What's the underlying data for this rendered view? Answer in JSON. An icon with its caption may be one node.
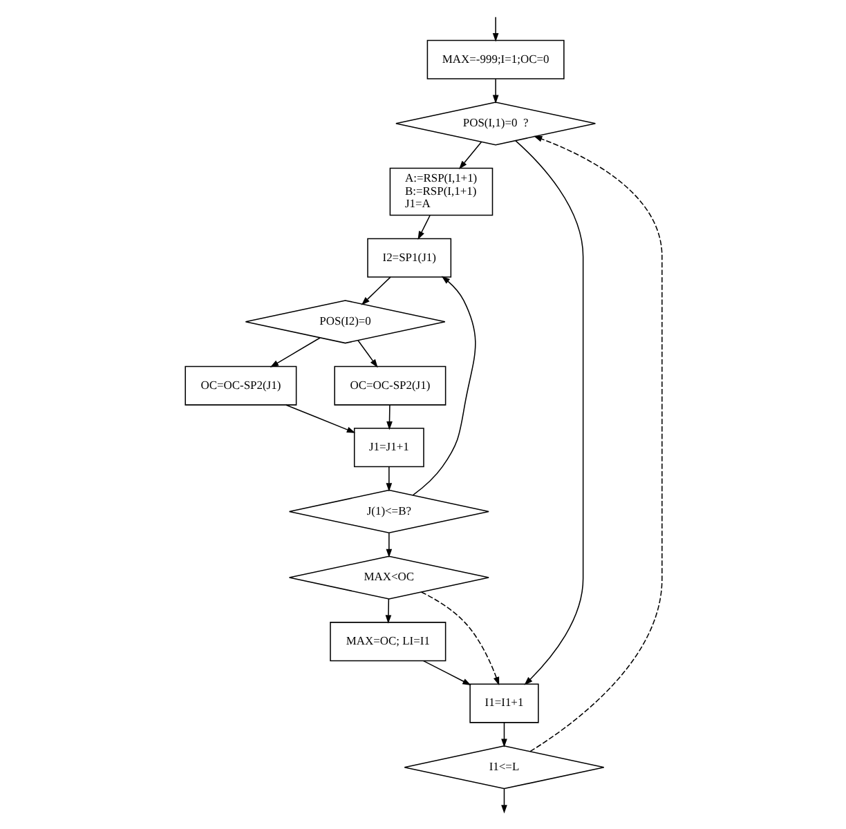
{
  "diagram": {
    "nodes": [
      {
        "text": [
          "MAX=-999;I=1;OC=0"
        ]
      },
      {
        "text": [
          "POS(I,1)=0  ?"
        ]
      },
      {
        "text": [
          "A:=RSP(I,1+1)",
          "B:=RSP(I,1+1)",
          "J1=A"
        ]
      },
      {
        "text": [
          "I2=SP1(J1)"
        ]
      },
      {
        "text": [
          "POS(I2)=0"
        ]
      },
      {
        "text": [
          "OC=OC-SP2(J1)"
        ]
      },
      {
        "text": [
          "OC=OC-SP2(J1)"
        ]
      },
      {
        "text": [
          "J1=J1+1"
        ]
      },
      {
        "text": [
          "J(1)<=B?"
        ]
      },
      {
        "text": [
          "MAX<OC"
        ]
      },
      {
        "text": [
          "MAX=OC; LI=I1"
        ]
      },
      {
        "text": [
          "I1=I1+1"
        ]
      },
      {
        "text": [
          "I1<=L"
        ]
      }
    ],
    "edges": [
      {
        "from": null,
        "to": 0,
        "arrow": "to"
      },
      {
        "from": 0,
        "to": 1,
        "arrow": "to"
      },
      {
        "from": 1,
        "to": 2,
        "arrow": "to"
      },
      {
        "from": 1,
        "to": 11,
        "arrow": "to"
      },
      {
        "from": 2,
        "to": 3,
        "arrow": "to"
      },
      {
        "from": 3,
        "to": 4,
        "arrow": "to"
      },
      {
        "from": 4,
        "to": 5,
        "arrow": "to"
      },
      {
        "from": 4,
        "to": 6,
        "arrow": "to"
      },
      {
        "from": 5,
        "to": 7,
        "arrow": "to"
      },
      {
        "from": 6,
        "to": 7,
        "arrow": "to"
      },
      {
        "from": 7,
        "to": 8,
        "arrow": "to"
      },
      {
        "from": 8,
        "to": 3,
        "arrow": "to"
      },
      {
        "from": 8,
        "to": 9,
        "arrow": "to"
      },
      {
        "from": 9,
        "to": 10,
        "arrow": "to"
      },
      {
        "from": 9,
        "to": 11,
        "arrow": "to",
        "style": "dashed"
      },
      {
        "from": 10,
        "to": 11,
        "arrow": "to"
      },
      {
        "from": 11,
        "to": 12,
        "arrow": "to"
      },
      {
        "from": 12,
        "to": 1,
        "arrow": "to",
        "style": "dashed"
      },
      {
        "from": 12,
        "to": null,
        "arrow": "to"
      }
    ]
  }
}
